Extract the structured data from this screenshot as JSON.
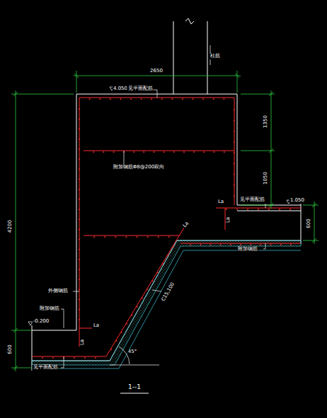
{
  "diagram": {
    "caption": "1--1",
    "labels": [
      "柱筋",
      "2650",
      "4.050",
      "见平面配筋",
      "1350",
      "1050",
      "附加钢筋Φ8@200双向",
      "1.050",
      "见平面配筋",
      "La",
      "La",
      "600",
      "附加钢筋",
      "La",
      "4200",
      "C15,100",
      "外侧钢筋",
      "附加钢筋",
      "-0.200",
      "La",
      "La",
      "600",
      "见平面配筋",
      "45°"
    ]
  }
}
